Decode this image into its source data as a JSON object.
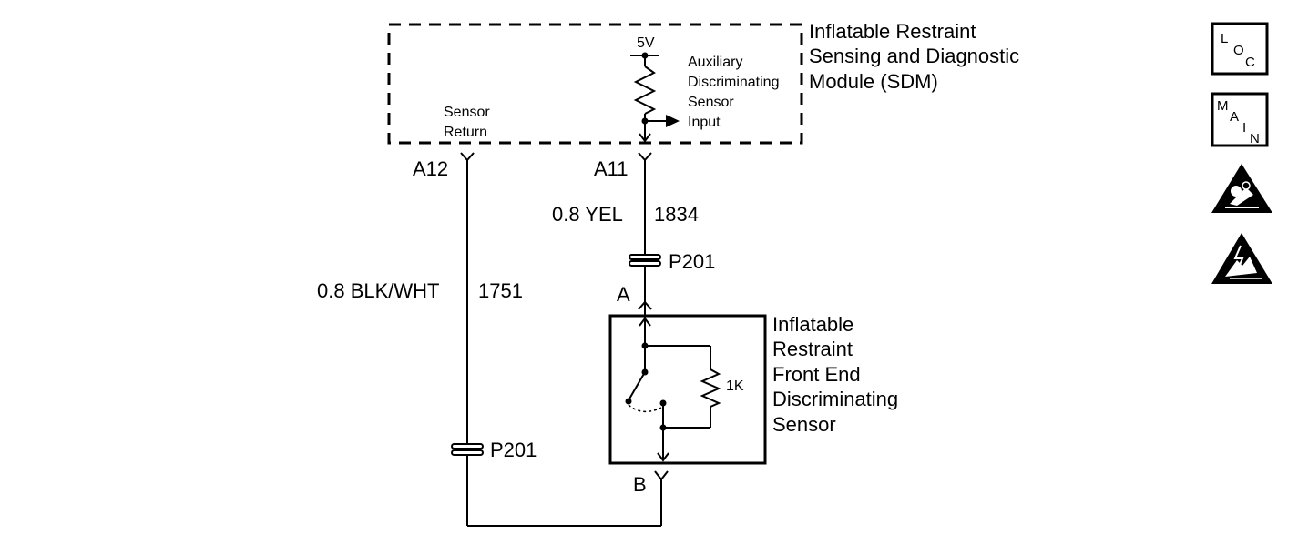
{
  "sdm": {
    "title_line1": "Inflatable Restraint",
    "title_line2": "Sensing and Diagnostic",
    "title_line3": "Module (SDM)",
    "supply_voltage": "5V",
    "input_label_line1": "Auxiliary",
    "input_label_line2": "Discriminating",
    "input_label_line3": "Sensor",
    "input_label_line4": "Input",
    "return_label_line1": "Sensor",
    "return_label_line2": "Return"
  },
  "pins": {
    "a12": "A12",
    "a11": "A11"
  },
  "wires": {
    "left_spec": "0.8 BLK/WHT",
    "left_circuit": "1751",
    "right_spec": "0.8 YEL",
    "right_circuit": "1834"
  },
  "connectors": {
    "upper": "P201",
    "lower": "P201",
    "pin_a": "A",
    "pin_b": "B"
  },
  "sensor": {
    "title_line1": "Inflatable",
    "title_line2": "Restraint",
    "title_line3": "Front End",
    "title_line4": "Discriminating",
    "title_line5": "Sensor",
    "resistor_value": "1K"
  },
  "icons": {
    "loc_letters": [
      "L",
      "O",
      "C"
    ],
    "main_letters": [
      "M",
      "A",
      "I",
      "N"
    ],
    "airbag_warning": "airbag-warning-icon",
    "esd_warning": "esd-warning-icon"
  }
}
